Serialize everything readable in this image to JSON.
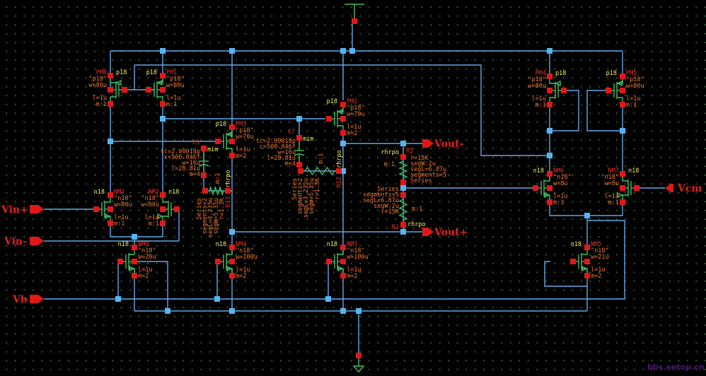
{
  "app": {
    "title": "Schematic editor - fully differential amplifier with common-mode feedback"
  },
  "ports": [
    {
      "id": "vin_p",
      "label": "Vin+"
    },
    {
      "id": "vin_m",
      "label": "Vin-"
    },
    {
      "id": "vb",
      "label": "Vb"
    },
    {
      "id": "vout_m",
      "label": "Vout-"
    },
    {
      "id": "vout_p",
      "label": "Vout+"
    },
    {
      "id": "vcm",
      "label": "Vcm"
    }
  ],
  "transistors": [
    {
      "id": "PM0",
      "name": "PM0",
      "cell": "p18",
      "model": "\"p18\"",
      "w": "w=80u",
      "l": "l=1u",
      "m": "m:1"
    },
    {
      "id": "PM1",
      "name": "PM1",
      "cell": "p18",
      "model": "\"p18\"",
      "w": "w=80u",
      "l": "l=1u",
      "m": "m:1"
    },
    {
      "id": "PM2",
      "name": "PM2",
      "cell": "p18",
      "model": "\"p18\"",
      "w": "w=70u",
      "l": "l=1u",
      "m": "m=2"
    },
    {
      "id": "PM3",
      "name": "PM3",
      "cell": "p18",
      "model": "\"p18\"",
      "w": "w=70u",
      "l": "l=1u",
      "m": "m=2"
    },
    {
      "id": "PM4",
      "name": "PM4",
      "cell": "p18",
      "model": "\"p18\"",
      "w": "w=80u",
      "l": "l=1u",
      "m": "m:1"
    },
    {
      "id": "PM5",
      "name": "PM5",
      "cell": "p18",
      "model": "\"p18\"",
      "w": "w=80u",
      "l": "l=1u",
      "m": "m:1"
    },
    {
      "id": "NM1",
      "name": "NM1",
      "cell": "n18",
      "model": "\"n18\"",
      "w": "w=80u",
      "l": "l=1u",
      "m": "m:1"
    },
    {
      "id": "NM2",
      "name": "NM2",
      "cell": "n18",
      "model": "\"n18\"",
      "w": "w=80u",
      "l": "l=1u",
      "m": "m:1"
    },
    {
      "id": "NM0",
      "name": "NM0",
      "cell": "n18",
      "model": "\"n18\"",
      "w": "w=20u",
      "l": "l=1u",
      "m": "m=2"
    },
    {
      "id": "NM4",
      "name": "NM4",
      "cell": "n18",
      "model": "\"n18\"",
      "w": "w=100u",
      "l": "l=1u",
      "m": "m=2"
    },
    {
      "id": "NM3",
      "name": "NM3",
      "cell": "n18",
      "model": "\"n18\"",
      "w": "w=100u",
      "l": "l=1u",
      "m": "m=2"
    },
    {
      "id": "NM5",
      "name": "NM5",
      "cell": "n18",
      "model": "\"n18\"",
      "w": "w=21u",
      "l": "l=1u",
      "m": "m=2"
    },
    {
      "id": "NM6",
      "name": "NM6",
      "cell": "n18",
      "model": "\"n18\"",
      "w": "w=8u",
      "l": "l=1u",
      "m": "m:1"
    },
    {
      "id": "NM7",
      "name": "NM7",
      "cell": "n18",
      "model": "\"n18\"",
      "w": "w=8u",
      "l": "l=1u",
      "m": "m:1"
    }
  ],
  "capacitors": [
    {
      "id": "C3",
      "name": "C3",
      "cell": "mim",
      "params": [
        "tc=2.00018p",
        "c=500.046f",
        "w=16u",
        "l=28.81u",
        "m=4"
      ]
    },
    {
      "id": "C7",
      "name": "C7",
      "cell": "mim",
      "params": [
        "tc=2.00018p",
        "c=500.046f",
        "w=16u",
        "l=28.81u",
        "m=4"
      ]
    }
  ],
  "resistors": [
    {
      "id": "R13",
      "name": "R13",
      "cell": "rhrpo",
      "m": "m:1",
      "params": [
        "Series",
        "segments=2",
        "segL=3.235u",
        "segW=5.35u",
        "r=1.3K"
      ]
    },
    {
      "id": "R12",
      "name": "R12",
      "cell": "rhrpo",
      "m": "m:1",
      "params": [
        "Series",
        "segments=2",
        "segL=3.235u",
        "segW=5.35u",
        "r=1.3K"
      ]
    },
    {
      "id": "R5",
      "name": "R5",
      "cell": "rhrpo",
      "m": "m:1",
      "params": [
        "r=15K",
        "segW:2u",
        "segL=6.87u",
        "segments=5",
        "Series"
      ]
    },
    {
      "id": "R1",
      "name": "R1",
      "cell": "rhrpo",
      "m": "m:1",
      "params": [
        "Series",
        "segments=5",
        "segL=6.87u",
        "segW:2u",
        "r=15K"
      ]
    }
  ],
  "watermark": "bbs.eetop.cn"
}
